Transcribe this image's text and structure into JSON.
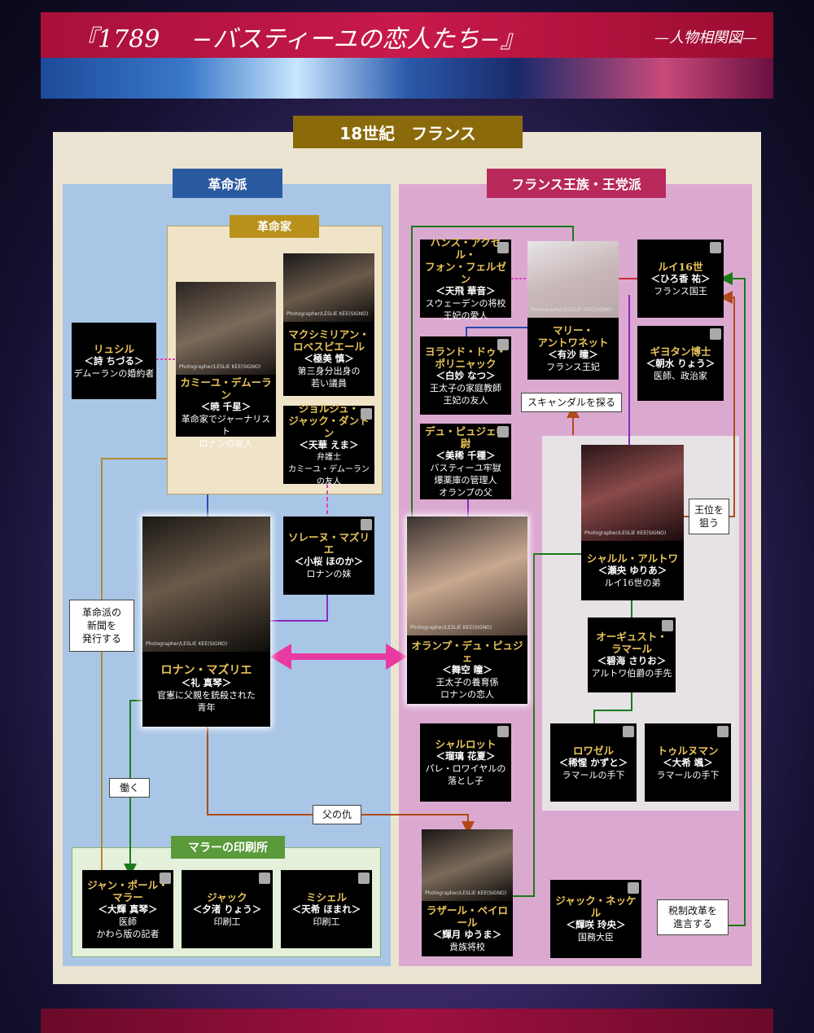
{
  "title": "『1789 　−バスティーユの恋人たち−』",
  "subtitle": "—人物相関図—",
  "era": "18世紀　フランス",
  "factions": {
    "rev": "革命派",
    "royal": "フランス王族・王党派",
    "revolutionaries": "革命家",
    "printshop": "マラーの印刷所"
  },
  "credit": "Photographer/LESLIE KEE(SIGNO)",
  "labels": {
    "newspaper": "革命派の\n新聞を\n発行する",
    "work": "働く",
    "revenge": "父の仇",
    "scandal": "スキャンダルを探る",
    "throne": "王位を\n狙う",
    "tax": "税制改革を\n進言する"
  },
  "chars": {
    "lucile": {
      "name": "リュシル",
      "actor": "＜詩 ちづる＞",
      "desc": "デムーランの婚約者"
    },
    "camille": {
      "name": "カミーユ・デムーラン",
      "actor": "＜暁 千星＞",
      "desc": "革命家でジャーナリスト\nロナンの友人"
    },
    "robes": {
      "name": "マクシミリアン・\nロベスピエール",
      "actor": "＜極美 慎＞",
      "desc": "第三身分出身の\n若い議員"
    },
    "danton": {
      "name": "ジョルジュ・\nジャック・ダントン",
      "actor": "＜天華 えま＞",
      "desc": "弁護士\nカミーユ・デムーランの友人"
    },
    "solene": {
      "name": "ソレーヌ・マズリエ",
      "actor": "＜小桜 ほのか＞",
      "desc": "ロナンの妹"
    },
    "ronan": {
      "name": "ロナン・マズリエ",
      "actor": "＜礼 真琴＞",
      "desc": "官憲に父親を銃殺された\n青年"
    },
    "marat": {
      "name": "ジャン・ポール・\nマラー",
      "actor": "＜大輝 真琴＞",
      "desc": "医師\nかわら版の記者"
    },
    "jacques": {
      "name": "ジャック",
      "actor": "＜夕渚 りょう＞",
      "desc": "印刷工"
    },
    "michel": {
      "name": "ミシェル",
      "actor": "＜天希 ほまれ＞",
      "desc": "印刷工"
    },
    "fersen": {
      "name": "ハンス・アクセル・\nフォン・フェルゼン",
      "actor": "＜天飛 華音＞",
      "desc": "スウェーデンの将校\n王妃の愛人"
    },
    "marie": {
      "name": "マリー・\nアントワネット",
      "actor": "＜有沙 瞳＞",
      "desc": "フランス王妃"
    },
    "louis": {
      "name": "ルイ16世",
      "actor": "＜ひろ香 祐＞",
      "desc": "フランス国王"
    },
    "polignac": {
      "name": "ヨランド・ドゥ・\nポリニャック",
      "actor": "＜白妙 なつ＞",
      "desc": "王太子の家庭教師\n王妃の友人"
    },
    "guillotin": {
      "name": "ギヨタン博士",
      "actor": "＜朝水 りょう＞",
      "desc": "医師、政治家"
    },
    "puget": {
      "name": "デュ・ピュジェ中尉",
      "actor": "＜美稀 千種＞",
      "desc": "バスティーユ牢獄\n爆薬庫の管理人\nオランプの父"
    },
    "artois": {
      "name": "シャルル・アルトワ",
      "actor": "＜瀬央 ゆりあ＞",
      "desc": "ルイ16世の弟"
    },
    "olympe": {
      "name": "オランプ・デュ・ピュジェ",
      "actor": "＜舞空 瞳＞",
      "desc": "王太子の養育係\nロナンの恋人"
    },
    "lamarle": {
      "name": "オーギュスト・\nラマール",
      "actor": "＜碧海 さりお＞",
      "desc": "アルトワ伯爵の手先"
    },
    "charlotte": {
      "name": "シャルロット",
      "actor": "＜瑠璃 花夏＞",
      "desc": "パレ・ロワイヤルの\n落とし子"
    },
    "rosel": {
      "name": "ロワゼル",
      "actor": "＜稀惺 かずと＞",
      "desc": "ラマールの手下"
    },
    "trousman": {
      "name": "トゥルヌマン",
      "actor": "＜大希 颯＞",
      "desc": "ラマールの手下"
    },
    "peyrol": {
      "name": "ラザール・ペイロール",
      "actor": "＜輝月 ゆうま＞",
      "desc": "貴族将校"
    },
    "necker": {
      "name": "ジャック・ネッケル",
      "actor": "＜輝咲 玲央＞",
      "desc": "国務大臣"
    }
  }
}
